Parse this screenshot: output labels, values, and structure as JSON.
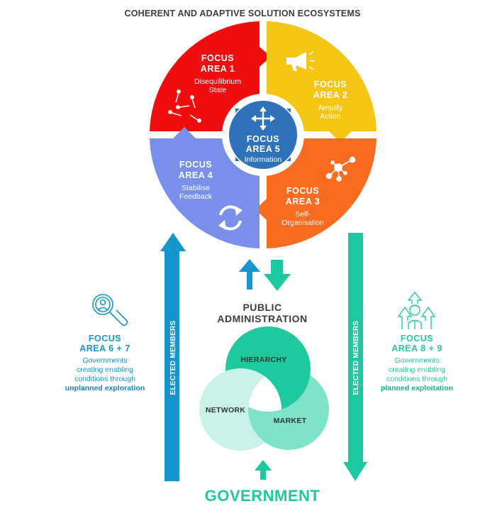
{
  "title": "COHERENT AND ADAPTIVE SOLUTION ECOSYSTEMS",
  "colors": {
    "area1": "#f00d0d",
    "area2": "#f4c514",
    "area3": "#f86c22",
    "area4": "#7990ea",
    "area5": "#2f72b9",
    "blue_arrow": "#1596cc",
    "green_arrow": "#1fc9a0",
    "hierarchy": "#1fc9a0",
    "market": "#7fe3cb",
    "network": "#c9f3e9"
  },
  "wheel": {
    "areas": [
      {
        "id": "area1",
        "head1": "FOCUS",
        "head2": "AREA 1",
        "sub1": "Disequilibrium",
        "sub2": "State",
        "icon": "scatter-arrows-icon"
      },
      {
        "id": "area2",
        "head1": "FOCUS",
        "head2": "AREA 2",
        "sub1": "Amplify",
        "sub2": "Action",
        "icon": "megaphone-icon"
      },
      {
        "id": "area3",
        "head1": "FOCUS",
        "head2": "AREA 3",
        "sub1": "Self-",
        "sub2": "Organisation",
        "icon": "network-nodes-icon"
      },
      {
        "id": "area4",
        "head1": "FOCUS",
        "head2": "AREA 4",
        "sub1": "Stabilise",
        "sub2": "Feedback",
        "icon": "refresh-icon"
      }
    ],
    "center": {
      "head1": "FOCUS",
      "head2": "AREA 5",
      "sub": "Information",
      "icon": "move-arrows-icon"
    }
  },
  "public_administration": {
    "line1": "PUBLIC",
    "line2": "ADMINISTRATION"
  },
  "venn": {
    "hierarchy": "HIERARCHY",
    "network": "NETWORK",
    "market": "MARKET"
  },
  "government": "GOVERNMENT",
  "left_arrow_label": "ELECTED MEMBERS",
  "right_arrow_label": "ELECTED MEMBERS",
  "left_panel": {
    "head1": "FOCUS",
    "head2": "AREA 6 + 7",
    "body1": "Governments",
    "body2": "creating enabling",
    "body3": "conditions through",
    "emphasis": "unplanned exploration",
    "icon": "magnifier-person-icon"
  },
  "right_panel": {
    "head1": "FOCUS",
    "head2": "AREA 8 + 9",
    "body1": "Governments",
    "body2": "creating enabling",
    "body3": "conditions through",
    "emphasis": "planned exploitation",
    "icon": "person-up-arrows-icon"
  }
}
